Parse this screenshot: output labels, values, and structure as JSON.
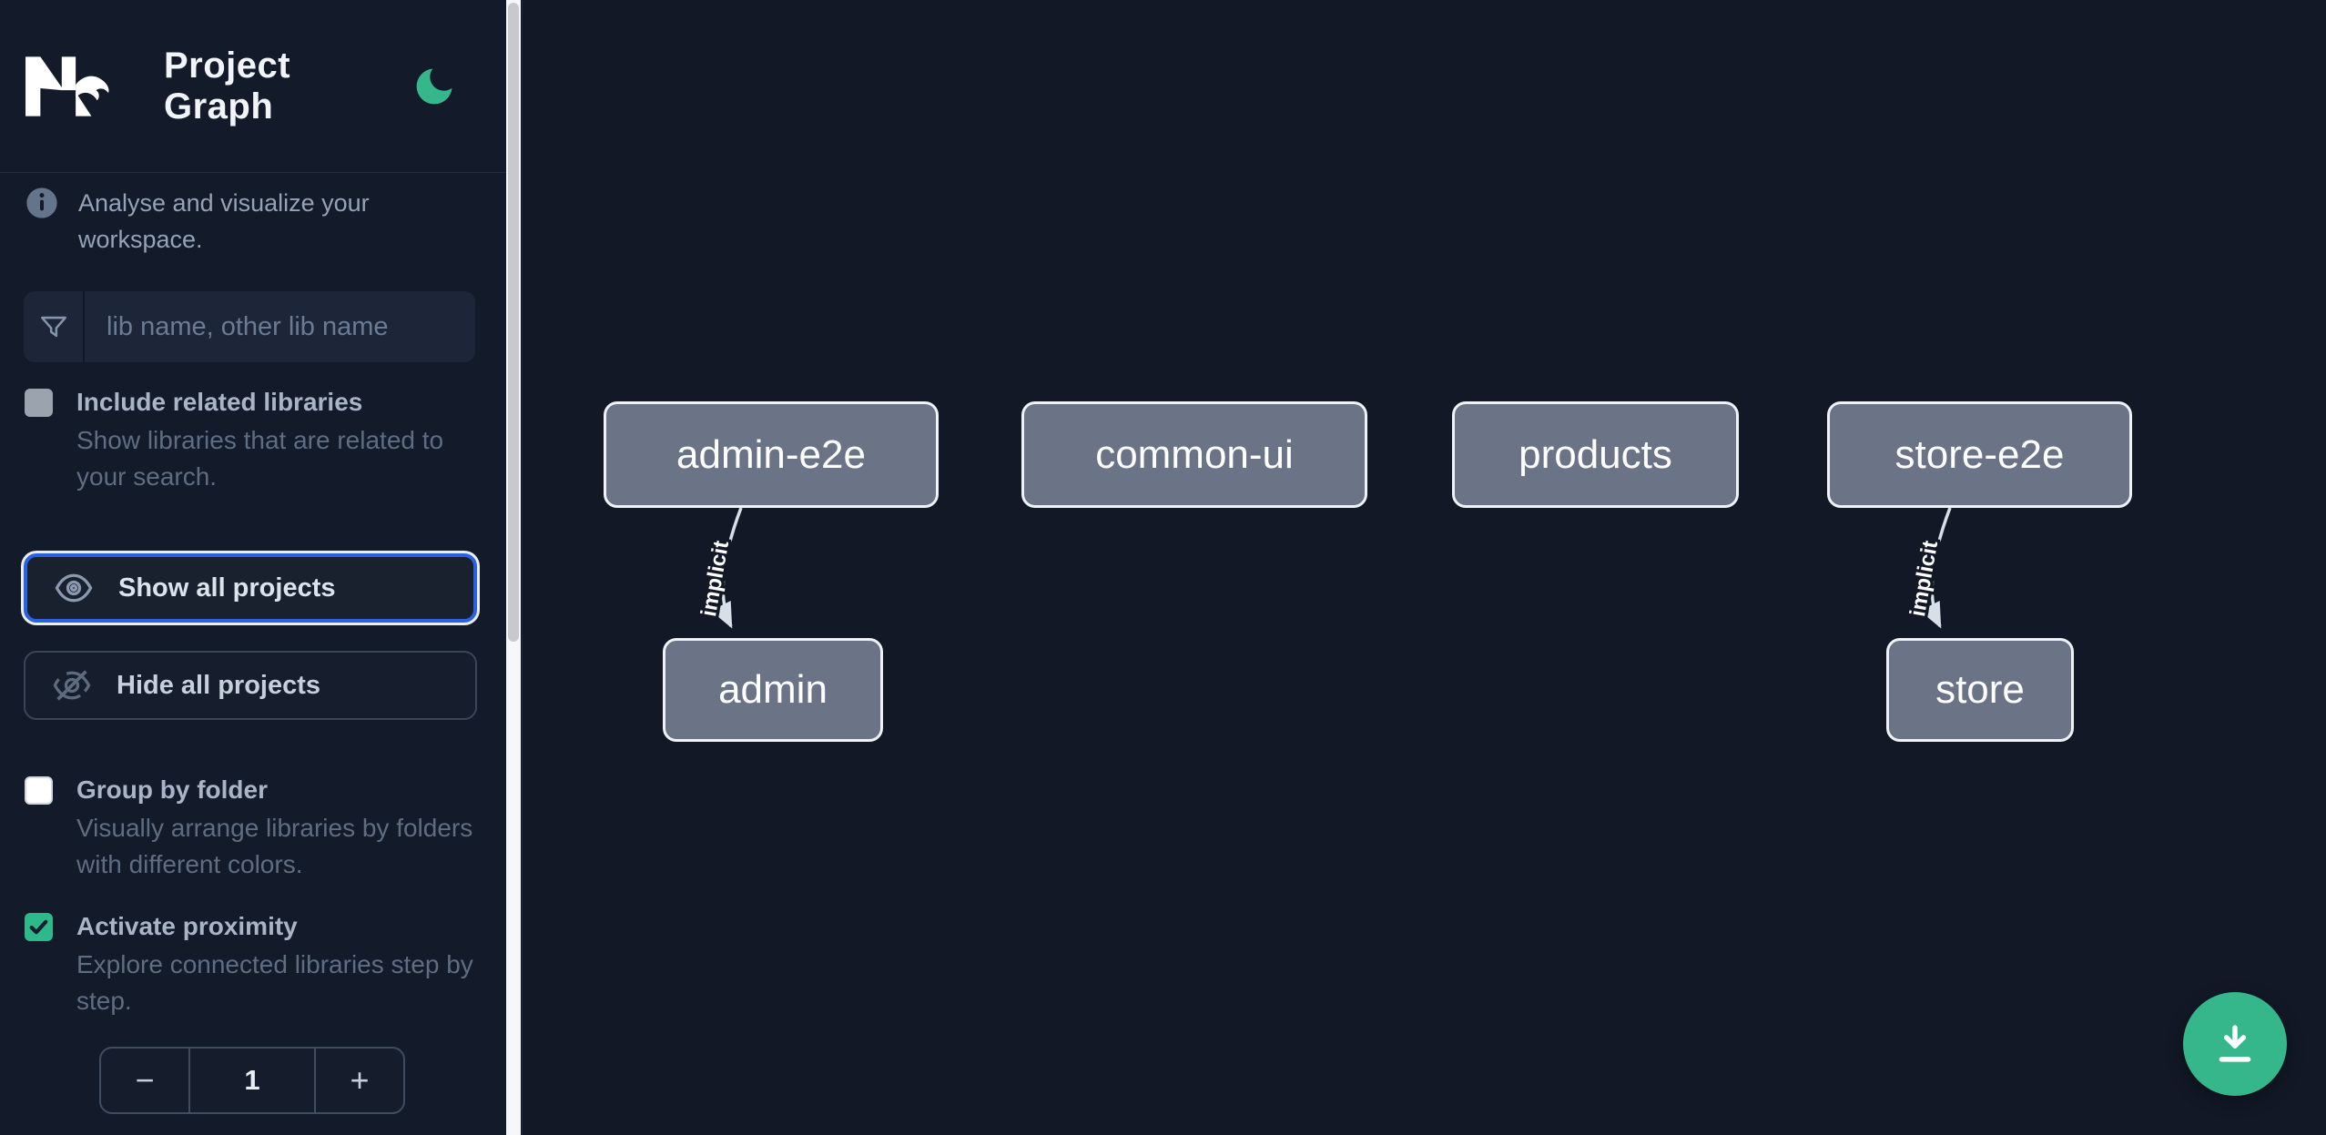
{
  "header": {
    "title": "Project Graph",
    "theme_icon": "moon-icon"
  },
  "sidebar": {
    "info_text": "Analyse and visualize your workspace.",
    "search": {
      "placeholder": "lib name, other lib name",
      "value": "",
      "icon": "filter-funnel-icon"
    },
    "toggles": [
      {
        "label": "Include related libraries",
        "description": "Show libraries that are related to your search.",
        "checked": false
      },
      {
        "label": "Group by folder",
        "description": "Visually arrange libraries by folders with different colors.",
        "checked": false
      },
      {
        "label": "Activate proximity",
        "description": "Explore connected libraries step by step.",
        "checked": true
      }
    ],
    "buttons": {
      "show_all": "Show all projects",
      "hide_all": "Hide all projects"
    },
    "stepper": {
      "decrement": "−",
      "value": "1",
      "increment": "+"
    }
  },
  "graph": {
    "nodes": [
      {
        "label": "admin-e2e"
      },
      {
        "label": "common-ui"
      },
      {
        "label": "products"
      },
      {
        "label": "store-e2e"
      },
      {
        "label": "admin"
      },
      {
        "label": "store"
      }
    ],
    "edges": [
      {
        "source": "admin-e2e",
        "target": "admin",
        "label": "implicit"
      },
      {
        "source": "store-e2e",
        "target": "store",
        "label": "implicit"
      }
    ]
  },
  "colors": {
    "accent_green": "#35b78b",
    "focus_blue": "#2b62e2",
    "node_fill": "#6b7486",
    "node_border": "#eff3f7",
    "sidebar_bg": "#131a29",
    "canvas_bg": "#121826"
  }
}
